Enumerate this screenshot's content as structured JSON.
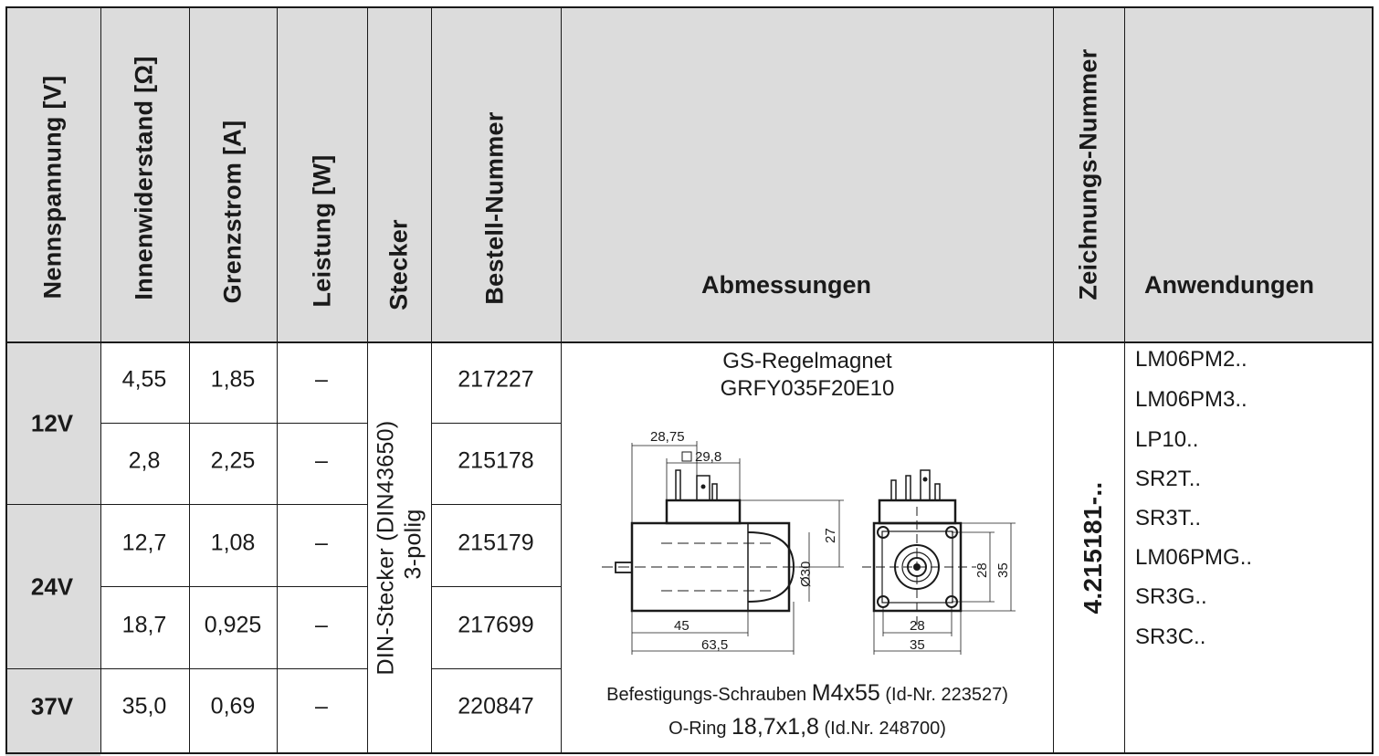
{
  "headers": {
    "nennspannung": "Nennspannung [V]",
    "innenwiderstand": "Innenwiderstand [Ω]",
    "grenzstrom": "Grenzstrom [A]",
    "leistung": "Leistung [W]",
    "stecker": "Stecker",
    "bestell": "Bestell-Nummer",
    "abmessungen": "Abmessungen",
    "zeichnung": "Zeichnungs-Nummer",
    "anwendungen": "Anwendungen"
  },
  "voltages": [
    "12V",
    "24V",
    "37V"
  ],
  "rows": [
    {
      "innenwiderstand": "4,55",
      "grenzstrom": "1,85",
      "leistung": "–",
      "bestell": "217227"
    },
    {
      "innenwiderstand": "2,8",
      "grenzstrom": "2,25",
      "leistung": "–",
      "bestell": "215178"
    },
    {
      "innenwiderstand": "12,7",
      "grenzstrom": "1,08",
      "leistung": "–",
      "bestell": "215179"
    },
    {
      "innenwiderstand": "18,7",
      "grenzstrom": "0,925",
      "leistung": "–",
      "bestell": "217699"
    },
    {
      "innenwiderstand": "35,0",
      "grenzstrom": "0,69",
      "leistung": "–",
      "bestell": "220847"
    }
  ],
  "stecker": {
    "line1": "DIN-Stecker (DIN43650)",
    "line2": "3-polig"
  },
  "abmessungen": {
    "title1": "GS-Regelmagnet",
    "title2": "GRFY035F20E10",
    "dims": {
      "d1": "28,75",
      "d2": "29,8",
      "d3": "27",
      "d4": "Ø30",
      "d5": "45",
      "d6": "63,5",
      "d7": "28",
      "d8": "35",
      "d9": "28",
      "d10": "35"
    },
    "screws_label": "Befestigungs-Schrauben",
    "screws_size": "M4x55",
    "screws_id": "(Id-Nr. 223527)",
    "oring_label": "O-Ring",
    "oring_size": "18,7x1,8",
    "oring_id": "(Id.Nr. 248700)"
  },
  "zeichnung": "4.215181-..",
  "anwendungen": [
    "LM06PM2..",
    "LM06PM3..",
    "LP10..",
    "SR2T..",
    "SR3T..",
    "LM06PMG..",
    "SR3G..",
    "SR3C.."
  ]
}
